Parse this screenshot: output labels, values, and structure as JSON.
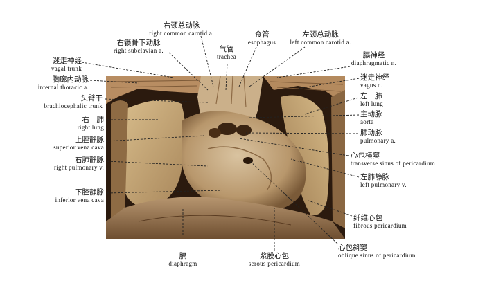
{
  "labels": {
    "right_common_carotid": {
      "zh": "右颈总动脉",
      "en": "right common carotid a."
    },
    "right_subclavian": {
      "zh": "右锁骨下动脉",
      "en": "right subclavian a."
    },
    "trachea": {
      "zh": "气管",
      "en": "trachea"
    },
    "esophagus": {
      "zh": "食管",
      "en": "esophagus"
    },
    "left_common_carotid": {
      "zh": "左颈总动脉",
      "en": "left common carotid a."
    },
    "phrenic_nerve": {
      "zh": "膈神经",
      "en": "diaphragmatic n."
    },
    "vagal_trunk": {
      "zh": "迷走神经",
      "en": "vagal trunk"
    },
    "internal_thoracic": {
      "zh": "胸廓内动脉",
      "en": "internal thoracic a."
    },
    "brachiocephalic": {
      "zh": "头臂干",
      "en": "brachiocephalic trunk"
    },
    "right_lung": {
      "zh": "右　肺",
      "en": "right lung"
    },
    "svc": {
      "zh": "上腔静脉",
      "en": "superior vena cava"
    },
    "right_pulm_vein": {
      "zh": "右肺静脉",
      "en": "right pulmonary v."
    },
    "ivc": {
      "zh": "下腔静脉",
      "en": "inferior vena cava"
    },
    "vagus_n": {
      "zh": "迷走神经",
      "en": "vagus n."
    },
    "left_lung": {
      "zh": "左　肺",
      "en": "left lung"
    },
    "aorta": {
      "zh": "主动脉",
      "en": "aorta"
    },
    "pulm_artery": {
      "zh": "肺动脉",
      "en": "pulmonary a."
    },
    "transverse_sinus": {
      "zh": "心包横窦",
      "en": "transverse sinus of pericardium"
    },
    "left_pulm_vein": {
      "zh": "左肺静脉",
      "en": "left pulmonary v."
    },
    "fibrous_pericardium": {
      "zh": "纤维心包",
      "en": "fibrous pericardium"
    },
    "oblique_sinus": {
      "zh": "心包斜窦",
      "en": "oblique sinus of pericardium"
    },
    "diaphragm": {
      "zh": "膈",
      "en": "diaphragm"
    },
    "serous_pericardium": {
      "zh": "浆膜心包",
      "en": "serous pericardium"
    }
  },
  "colors": {
    "background": "#ffffff",
    "photo_dark": "#2b1a0e",
    "tissue": "#c9a57a",
    "leader": "#222222"
  }
}
